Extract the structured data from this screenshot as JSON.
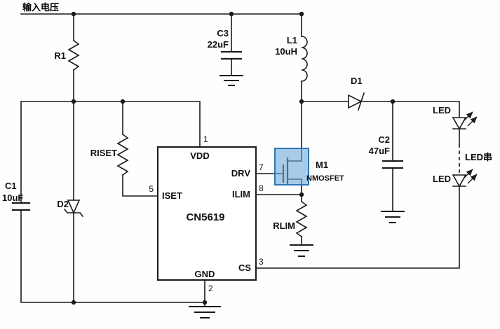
{
  "schematic": {
    "power_label": "输入电压",
    "ic": {
      "name": "CN5619",
      "pins": {
        "vdd": {
          "num": "1",
          "label": "VDD"
        },
        "drv": {
          "num": "7",
          "label": "DRV"
        },
        "ilim": {
          "num": "8",
          "label": "ILIM"
        },
        "iset": {
          "num": "5",
          "label": "ISET"
        },
        "cs": {
          "num": "3",
          "label": "CS"
        },
        "gnd": {
          "num": "2",
          "label": "GND"
        }
      }
    },
    "components": {
      "r1": {
        "ref": "R1"
      },
      "riset": {
        "ref": "RISET"
      },
      "rlim": {
        "ref": "RLIM"
      },
      "c1": {
        "ref": "C1",
        "value": "10uF"
      },
      "c2": {
        "ref": "C2",
        "value": "47uF"
      },
      "c3": {
        "ref": "C3",
        "value": "22uF"
      },
      "l1": {
        "ref": "L1",
        "value": "10uH"
      },
      "d1": {
        "ref": "D1"
      },
      "d2": {
        "ref": "D2"
      },
      "m1": {
        "ref": "M1",
        "type": "NMOSFET"
      },
      "led1": {
        "ref": "LED"
      },
      "led2": {
        "ref": "LED"
      },
      "led_string": {
        "label": "LED串"
      }
    },
    "colors": {
      "wire": "#1a1a1a",
      "highlight_fill": "#6fa8dc",
      "highlight_border": "#2e75b6"
    }
  }
}
